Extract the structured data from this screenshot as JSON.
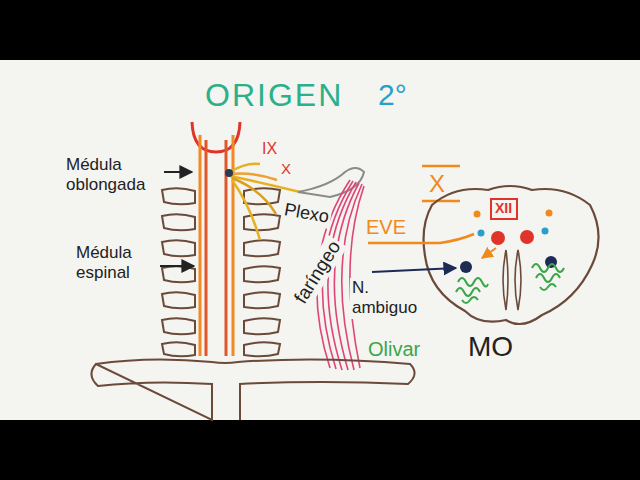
{
  "diagram": {
    "title": "ORIGEN",
    "nodes": [
      {
        "text": [
          "XII"
        ]
      }
    ],
    "labels": [
      "2°",
      "Médula oblongada",
      "Médula espinal",
      "IX",
      "X",
      "Plexo",
      "faríngeo",
      "X",
      "EVE",
      "N. ambiguo",
      "Olivar",
      "MO"
    ]
  }
}
